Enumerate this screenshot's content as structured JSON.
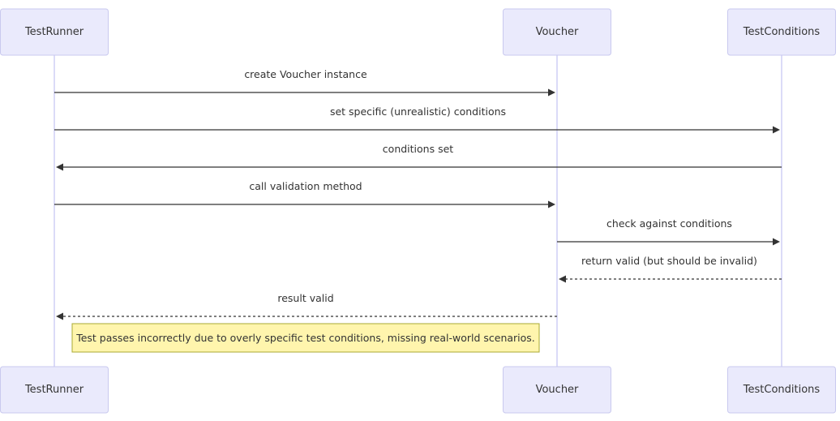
{
  "diagram": {
    "type": "sequence",
    "participants": [
      {
        "id": "runner",
        "label": "TestRunner"
      },
      {
        "id": "voucher",
        "label": "Voucher"
      },
      {
        "id": "conditions",
        "label": "TestConditions"
      }
    ],
    "messages": [
      {
        "from": "runner",
        "to": "voucher",
        "label": "create Voucher instance",
        "style": "solid"
      },
      {
        "from": "runner",
        "to": "conditions",
        "label": "set specific (unrealistic) conditions",
        "style": "solid"
      },
      {
        "from": "conditions",
        "to": "runner",
        "label": "conditions set",
        "style": "solid"
      },
      {
        "from": "runner",
        "to": "voucher",
        "label": "call validation method",
        "style": "solid"
      },
      {
        "from": "voucher",
        "to": "conditions",
        "label": "check against conditions",
        "style": "solid"
      },
      {
        "from": "conditions",
        "to": "voucher",
        "label": "return valid (but should be invalid)",
        "style": "dashed"
      },
      {
        "from": "voucher",
        "to": "runner",
        "label": "result valid",
        "style": "dashed"
      }
    ],
    "note": {
      "text": "Test passes incorrectly due to overly specific test conditions, missing real-world scenarios.",
      "over": [
        "runner",
        "voucher"
      ]
    },
    "colors": {
      "actor_fill": "#eaeafc",
      "actor_border": "#c9c9ef",
      "lifeline": "#cfcff5",
      "line": "#333333",
      "note_fill": "#fff5ad",
      "note_border": "#aaaa33"
    }
  }
}
